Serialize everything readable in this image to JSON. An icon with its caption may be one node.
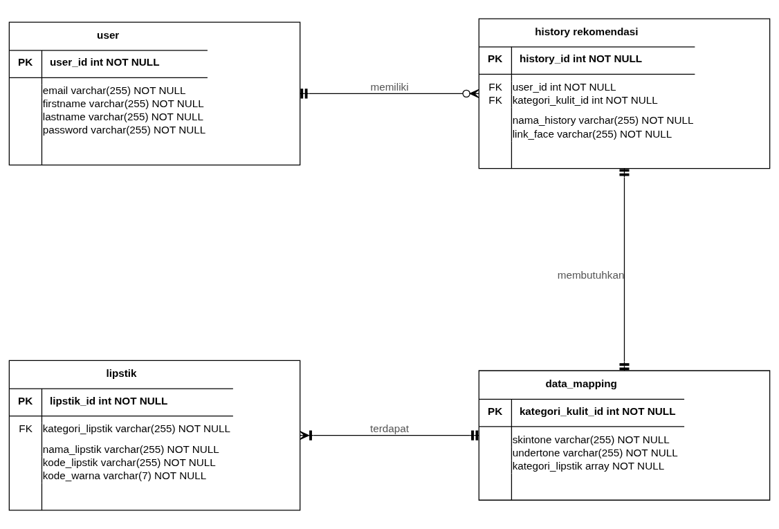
{
  "diagram": {
    "nodes": [
      {
        "text": [
          "user",
          "PK",
          "user_id int NOT NULL",
          "email varchar(255) NOT NULL",
          "firstname varchar(255) NOT NULL",
          "lastname varchar(255) NOT NULL",
          "password varchar(255) NOT NULL"
        ]
      },
      {
        "text": [
          "history rekomendasi",
          "PK",
          "history_id int NOT NULL",
          "FK",
          "user_id int NOT NULL",
          "FK",
          "kategori_kulit_id int NOT NULL",
          "nama_history varchar(255) NOT NULL",
          "link_face varchar(255) NOT NULL"
        ]
      },
      {
        "text": [
          "lipstik",
          "PK",
          "lipstik_id int NOT NULL",
          "FK",
          "kategori_lipstik varchar(255) NOT NULL",
          "nama_lipstik varchar(255) NOT NULL",
          "kode_lipstik varchar(255) NOT NULL",
          "kode_warna varchar(7) NOT NULL"
        ]
      },
      {
        "text": [
          "data_mapping",
          "PK",
          "kategori_kulit_id int NOT NULL",
          "skintone varchar(255) NOT NULL",
          "undertone varchar(255) NOT NULL",
          "kategori_lipstik array NOT NULL"
        ]
      }
    ],
    "edges": [
      {
        "from": 0,
        "to": 1,
        "arrow": "other",
        "label": "memiliki"
      },
      {
        "from": 1,
        "to": 3,
        "arrow": "other",
        "label": "membutuhkan"
      },
      {
        "from": 2,
        "to": 3,
        "arrow": "other",
        "label": "terdapat"
      }
    ]
  }
}
